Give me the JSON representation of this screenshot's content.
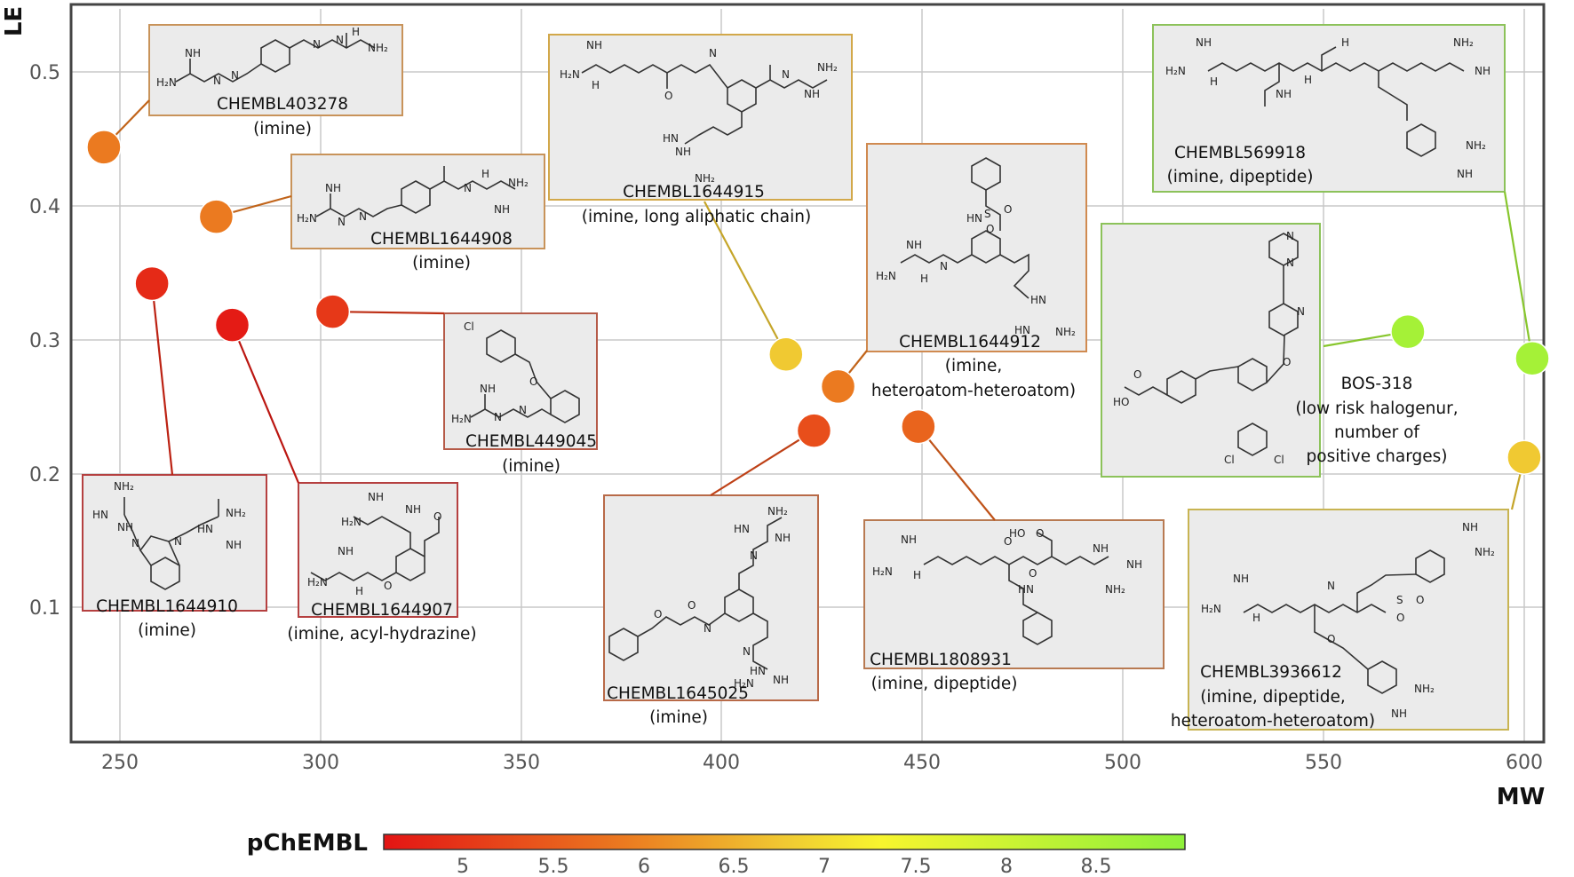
{
  "chart_data": {
    "type": "scatter",
    "xlabel": "MW",
    "ylabel": "LE",
    "xlim": [
      240,
      610
    ],
    "ylim": [
      0,
      0.55
    ],
    "x_ticks": [
      "250",
      "300",
      "350",
      "400",
      "450",
      "500",
      "550",
      "600"
    ],
    "y_ticks": [
      "0.1",
      "0.2",
      "0.3",
      "0.4",
      "0.5"
    ],
    "grid": true,
    "colorbar": {
      "label": "pChEMBL",
      "range": [
        4.5,
        9.0
      ],
      "colors": [
        "#e31414",
        "#eb7a20",
        "#f0c932",
        "#f7f52e",
        "#8ef03a"
      ],
      "ticks": [
        "5",
        "5.5",
        "6",
        "6.5",
        "7",
        "7.5",
        "8",
        "8.5"
      ]
    },
    "points": [
      {
        "mw": 246,
        "le": 0.445,
        "pchembl": 5.9,
        "name": "CHEMBL403278",
        "note": "(imine)"
      },
      {
        "mw": 274,
        "le": 0.393,
        "pchembl": 5.9,
        "name": "CHEMBL1644908",
        "note": "(imine)"
      },
      {
        "mw": 258,
        "le": 0.343,
        "pchembl": 4.8,
        "name": "CHEMBL1644910",
        "note": "(imine)"
      },
      {
        "mw": 278,
        "le": 0.312,
        "pchembl": 4.6,
        "name": "CHEMBL1644907",
        "note": "(imine, acyl-hydrazine)"
      },
      {
        "mw": 303,
        "le": 0.322,
        "pchembl": 5.0,
        "name": "CHEMBL449045",
        "note": "(imine)"
      },
      {
        "mw": 416,
        "le": 0.29,
        "pchembl": 6.7,
        "name": "CHEMBL1644915",
        "note": "(imine, long aliphatic chain)"
      },
      {
        "mw": 429,
        "le": 0.266,
        "pchembl": 5.9,
        "name": "CHEMBL1644912",
        "note": "(imine,",
        "note2": "heteroatom-heteroatom)"
      },
      {
        "mw": 423,
        "le": 0.233,
        "pchembl": 5.3,
        "name": "CHEMBL1645025",
        "note": "(imine)"
      },
      {
        "mw": 449,
        "le": 0.236,
        "pchembl": 5.6,
        "name": "CHEMBL1808931",
        "note": "(imine, dipeptide)"
      },
      {
        "mw": 571,
        "le": 0.307,
        "pchembl": 8.6,
        "name": "BOS-318",
        "note": "(low risk halogenur,",
        "note2": "number of",
        "note3": "positive charges)"
      },
      {
        "mw": 602,
        "le": 0.287,
        "pchembl": 8.6,
        "name": "CHEMBL569918",
        "note": "(imine, dipeptide)"
      },
      {
        "mw": 600,
        "le": 0.213,
        "pchembl": 6.7,
        "name": "CHEMBL3936612",
        "note": "(imine, dipeptide,",
        "note2": "heteroatom-heteroatom)"
      }
    ]
  }
}
